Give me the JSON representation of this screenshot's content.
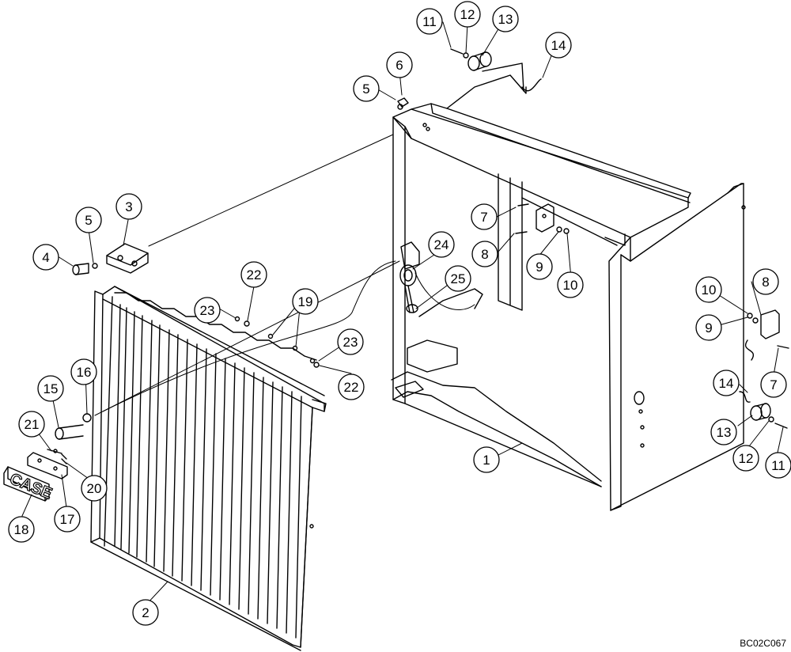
{
  "drawing_id": "BC02C067",
  "emblem_text": "CASE",
  "callouts": [
    "1",
    "2",
    "3",
    "4",
    "5",
    "5",
    "6",
    "7",
    "7",
    "8",
    "8",
    "9",
    "9",
    "10",
    "10",
    "11",
    "11",
    "12",
    "12",
    "13",
    "13",
    "14",
    "14",
    "15",
    "16",
    "17",
    "18",
    "19",
    "20",
    "21",
    "22",
    "22",
    "23",
    "23",
    "24",
    "25"
  ]
}
